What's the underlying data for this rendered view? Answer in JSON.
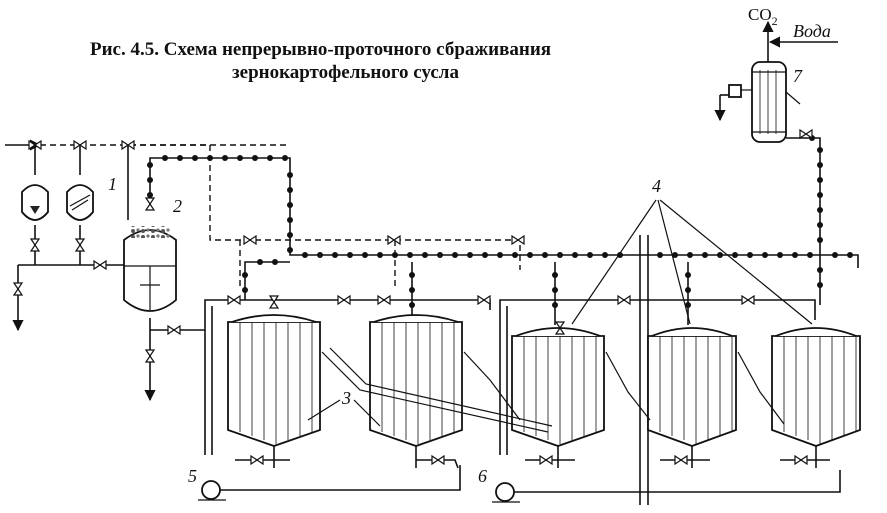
{
  "caption": {
    "line1": "Рис. 4.5. Схема непрерывно-проточного сбраживания",
    "line2": "зернокартофельного сусла"
  },
  "top_labels": {
    "co2": "CO",
    "co2_sub": "2",
    "water": "Вода"
  },
  "component_labels": {
    "seed_vessels": "1",
    "head_fermenter": "2",
    "heat_exchange_pipes": "3",
    "battery_fermenters": "4",
    "pump_left": "5",
    "pump_right": "6",
    "condenser": "7"
  }
}
